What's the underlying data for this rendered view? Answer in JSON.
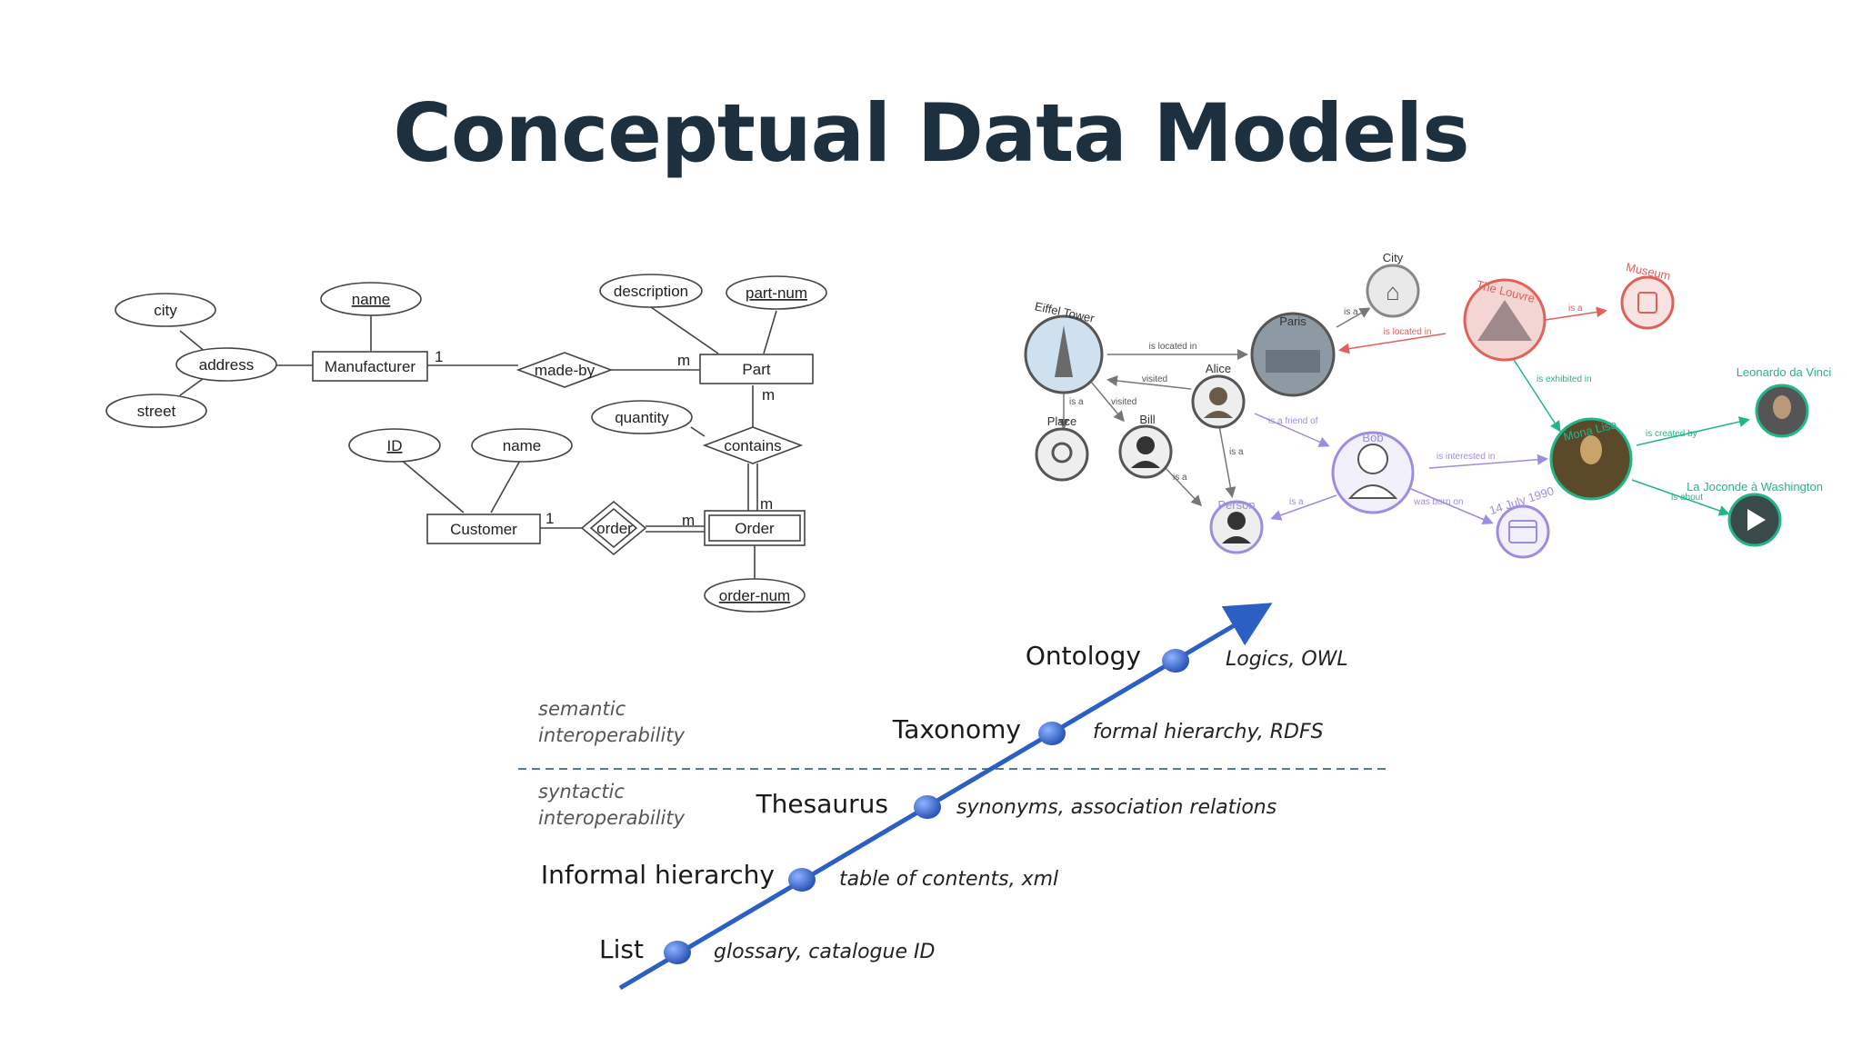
{
  "title": "Conceptual Data Models",
  "er_diagram": {
    "entities": {
      "manufacturer": "Manufacturer",
      "part": "Part",
      "customer": "Customer",
      "order": "Order"
    },
    "relationships": {
      "made_by": "made-by",
      "contains": "contains",
      "order": "order"
    },
    "attributes": {
      "city": "city",
      "address": "address",
      "street": "street",
      "manufacturer_name": "name",
      "description": "description",
      "part_num": "part-num",
      "quantity": "quantity",
      "id": "ID",
      "customer_name": "name",
      "order_num": "order-num"
    },
    "cardinalities": {
      "c1": "1",
      "c2": "m",
      "c3": "m",
      "c4": "m",
      "c5": "1",
      "c6": "m"
    }
  },
  "knowledge_graph": {
    "nodes": {
      "eiffel_tower": "Eiffel Tower",
      "paris": "Paris",
      "city": "City",
      "louvre": "The Louvre",
      "museum": "Museum",
      "alice": "Alice",
      "bill": "Bill",
      "place": "Place",
      "bob": "Bob",
      "person": "Person",
      "mona_lisa": "Mona Lisa",
      "leonardo": "Leonardo da Vinci",
      "la_joconde": "La Joconde à Washington",
      "date": "14 July 1990"
    },
    "edges": {
      "is_located_in_1": "is located in",
      "is_a_1": "is a",
      "is_located_in_2": "is located in",
      "is_a_2": "is a",
      "visited_1": "visited",
      "visited_2": "visited",
      "is_a_3": "is a",
      "is_a_4": "is a",
      "is_friend_of": "is a friend of",
      "is_a_5": "is a",
      "is_a_6": "is a",
      "is_exhibited_in": "is exhibited in",
      "is_interested_in": "is interested in",
      "was_born_on": "was born on",
      "is_created_by": "is created by",
      "is_about": "is about"
    },
    "colors": {
      "neutral": "#555555",
      "red": "#e0605a",
      "green": "#22b58a",
      "purple": "#9a8ee0"
    }
  },
  "ladder": {
    "zones": {
      "semantic_1": "semantic",
      "semantic_2": "interoperability",
      "syntactic_1": "syntactic",
      "syntactic_2": "interoperability"
    },
    "levels": [
      {
        "term": "List",
        "desc": "glossary, catalogue ID"
      },
      {
        "term": "Informal hierarchy",
        "desc": "table of contents, xml"
      },
      {
        "term": "Thesaurus",
        "desc": "synonyms, association relations"
      },
      {
        "term": "Taxonomy",
        "desc": "formal hierarchy, RDFS"
      },
      {
        "term": "Ontology",
        "desc": "Logics, OWL"
      }
    ],
    "colors": {
      "line": "#2b5fc4",
      "dot": "#3a6fd6"
    }
  }
}
